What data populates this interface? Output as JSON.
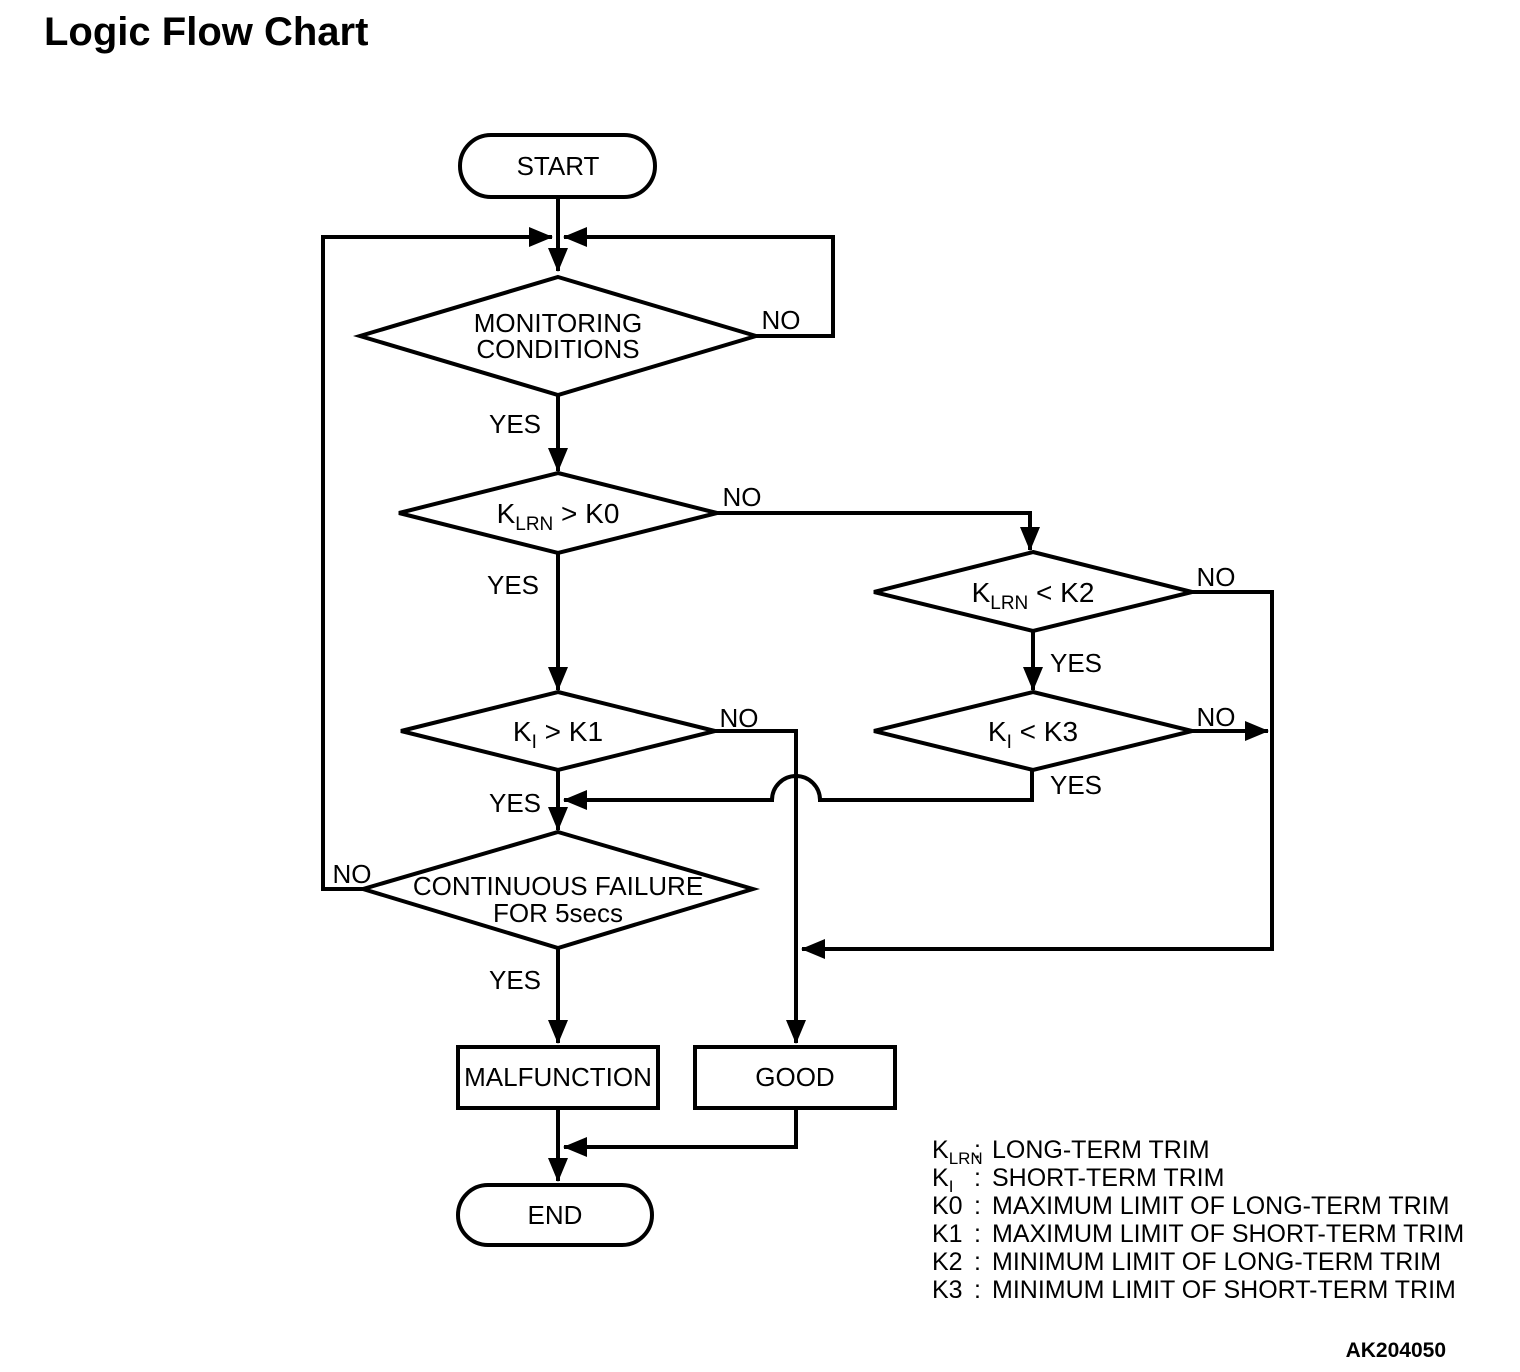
{
  "page": {
    "title": "Logic Flow Chart",
    "figure_code": "AK204050",
    "colors": {
      "ink": "#000000",
      "background": "#ffffff"
    }
  },
  "flowchart": {
    "nodes": {
      "start": {
        "label": "START"
      },
      "monitoring_conditions": {
        "line1": "MONITORING",
        "line2": "CONDITIONS"
      },
      "klrn_gt_k0": {
        "base": "K",
        "sub": "LRN",
        "rest": " > K0"
      },
      "klrn_lt_k2": {
        "base": "K",
        "sub": "LRN",
        "rest": " < K2"
      },
      "ki_gt_k1": {
        "base": "K",
        "sub": "I",
        "rest": " > K1"
      },
      "ki_lt_k3": {
        "base": "K",
        "sub": "I",
        "rest": " < K3"
      },
      "continuous_failure": {
        "line1": "CONTINUOUS FAILURE",
        "line2": "FOR 5secs"
      },
      "malfunction": {
        "label": "MALFUNCTION"
      },
      "good": {
        "label": "GOOD"
      },
      "end": {
        "label": "END"
      }
    },
    "edge_labels": {
      "monitoring_yes": "YES",
      "monitoring_no": "NO",
      "klrn_gt_k0_yes": "YES",
      "klrn_gt_k0_no": "NO",
      "ki_gt_k1_yes": "YES",
      "ki_gt_k1_no": "NO",
      "continuous_failure_yes": "YES",
      "continuous_failure_no": "NO",
      "klrn_lt_k2_yes": "YES",
      "klrn_lt_k2_no": "NO",
      "ki_lt_k3_yes": "YES",
      "ki_lt_k3_no": "NO"
    }
  },
  "legend": {
    "rows": [
      {
        "term": "K",
        "sub": "LRN",
        "colon": ":",
        "desc": "LONG-TERM TRIM"
      },
      {
        "term": "K",
        "sub": "I",
        "colon": ":",
        "desc": "SHORT-TERM TRIM"
      },
      {
        "term": "K0",
        "sub": "",
        "colon": ":",
        "desc": "MAXIMUM LIMIT OF LONG-TERM TRIM"
      },
      {
        "term": "K1",
        "sub": "",
        "colon": ":",
        "desc": "MAXIMUM LIMIT OF SHORT-TERM TRIM"
      },
      {
        "term": "K2",
        "sub": "",
        "colon": ":",
        "desc": "MINIMUM LIMIT OF LONG-TERM TRIM"
      },
      {
        "term": "K3",
        "sub": "",
        "colon": ":",
        "desc": "MINIMUM LIMIT OF SHORT-TERM TRIM"
      }
    ]
  }
}
